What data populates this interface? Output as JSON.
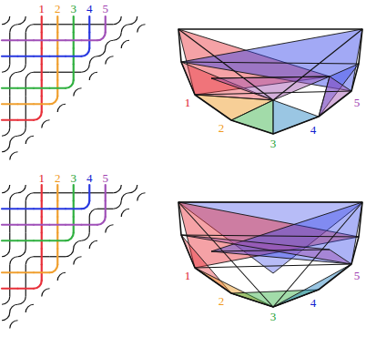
{
  "diagram": {
    "labels": [
      "1",
      "2",
      "3",
      "4",
      "5",
      "1",
      "2",
      "3",
      "4",
      "5",
      "1",
      "2",
      "3",
      "4",
      "5",
      "1",
      "2",
      "3",
      "4",
      "5"
    ]
  }
}
